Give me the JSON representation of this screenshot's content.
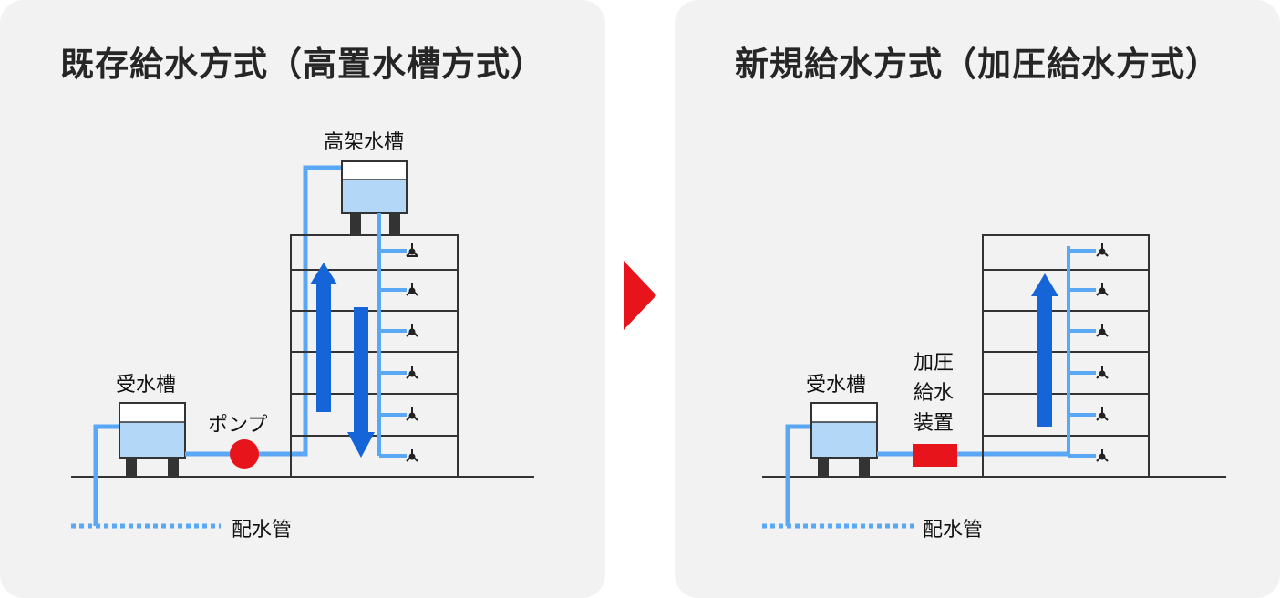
{
  "left_panel": {
    "title": "既存給水方式（高置水槽方式）",
    "labels": {
      "elevated_tank": "高架水槽",
      "receiving_tank": "受水槽",
      "pump": "ポンプ",
      "distribution_pipe": "配水管"
    }
  },
  "right_panel": {
    "title": "新規給水方式（加圧給水方式）",
    "labels": {
      "receiving_tank": "受水槽",
      "booster_line1": "加圧",
      "booster_line2": "給水",
      "booster_line3": "装置",
      "distribution_pipe": "配水管"
    }
  },
  "colors": {
    "pipe": "#5aa7f5",
    "flow_arrow": "#1565d8",
    "tank_water": "#b3d7f7",
    "pump": "#e8141c",
    "separator_arrow": "#e8141c",
    "panel_bg": "#f2f2f2"
  }
}
